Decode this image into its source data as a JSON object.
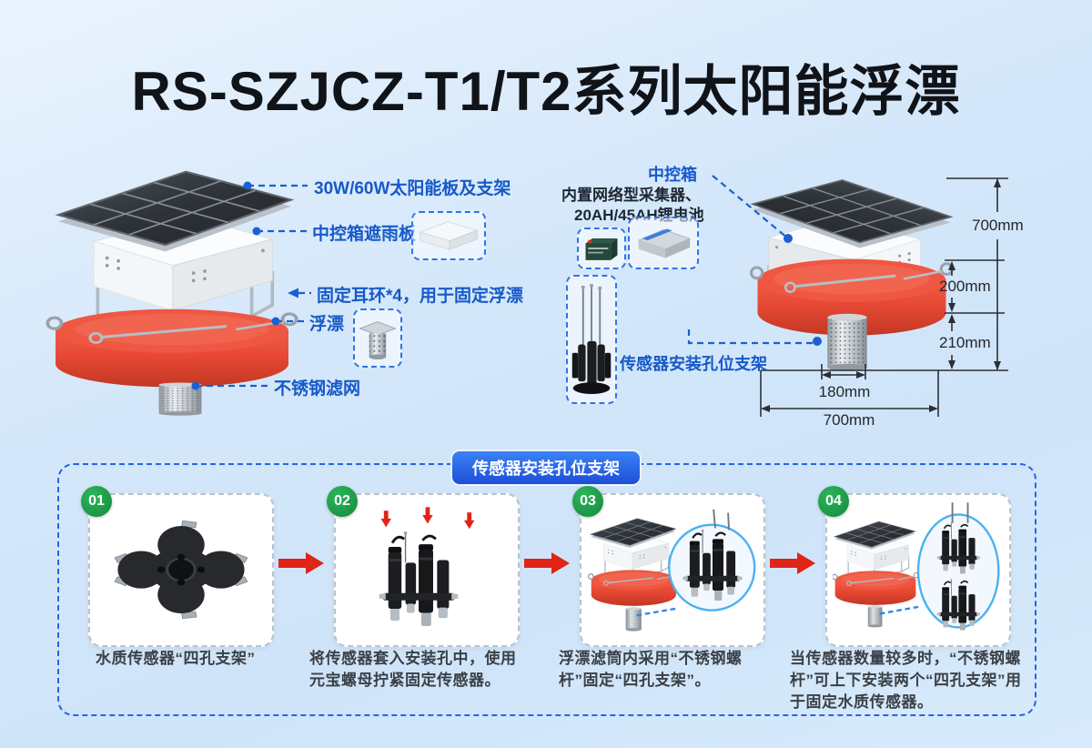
{
  "title": "RS-SZJCZ-T1/T2系列太阳能浮漂",
  "colors": {
    "accent_blue": "#1659c9",
    "panel_border_blue": "#2563eb",
    "step_badge_green": "#1f9e47",
    "arrow_red": "#e02417",
    "buoy_red": "#e64833",
    "background_blue": "#d4e7fa"
  },
  "left_figure": {
    "annotations": [
      {
        "label": "30W/60W太阳能板及支架"
      },
      {
        "label": "中控箱遮雨板"
      },
      {
        "label": "固定耳环*4，用于固定浮漂"
      },
      {
        "label": "浮漂"
      },
      {
        "label": "不锈钢滤网"
      }
    ]
  },
  "right_figure": {
    "control_box_label": "中控箱",
    "control_box_desc": [
      "内置网络型采集器、",
      "20AH/45AH锂电池"
    ],
    "bracket_label": "传感器安装孔位支架",
    "dimensions": {
      "total_height": "700mm",
      "buoy_height": "200mm",
      "filter_height": "210mm",
      "filter_width": "180mm",
      "total_width": "700mm"
    }
  },
  "steps_panel": {
    "title": "传感器安装孔位支架",
    "steps": [
      {
        "number": "01",
        "caption": "水质传感器“四孔支架”"
      },
      {
        "number": "02",
        "caption": "将传感器套入安装孔中，使用元宝螺母拧紧固定传感器。"
      },
      {
        "number": "03",
        "caption": "浮漂滤筒内采用“不锈钢螺杆”固定“四孔支架”。"
      },
      {
        "number": "04",
        "caption": "当传感器数量较多时，“不锈钢螺杆”可上下安装两个“四孔支架”用于固定水质传感器。"
      }
    ]
  }
}
